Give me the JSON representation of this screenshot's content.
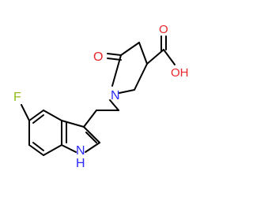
{
  "structure": {
    "atoms": {
      "fluorine": "F",
      "ketone_oxygen": "O",
      "hydroxyl": "OH",
      "acid_oxygen": "O",
      "ring_nitrogen": "N",
      "indole_nh": "H",
      "indole_n": "N"
    },
    "colors": {
      "bond": "#000000",
      "fluorine": "#8fbc1c",
      "oxygen": "#e8262b",
      "nitrogen": "#2a2aff"
    }
  }
}
